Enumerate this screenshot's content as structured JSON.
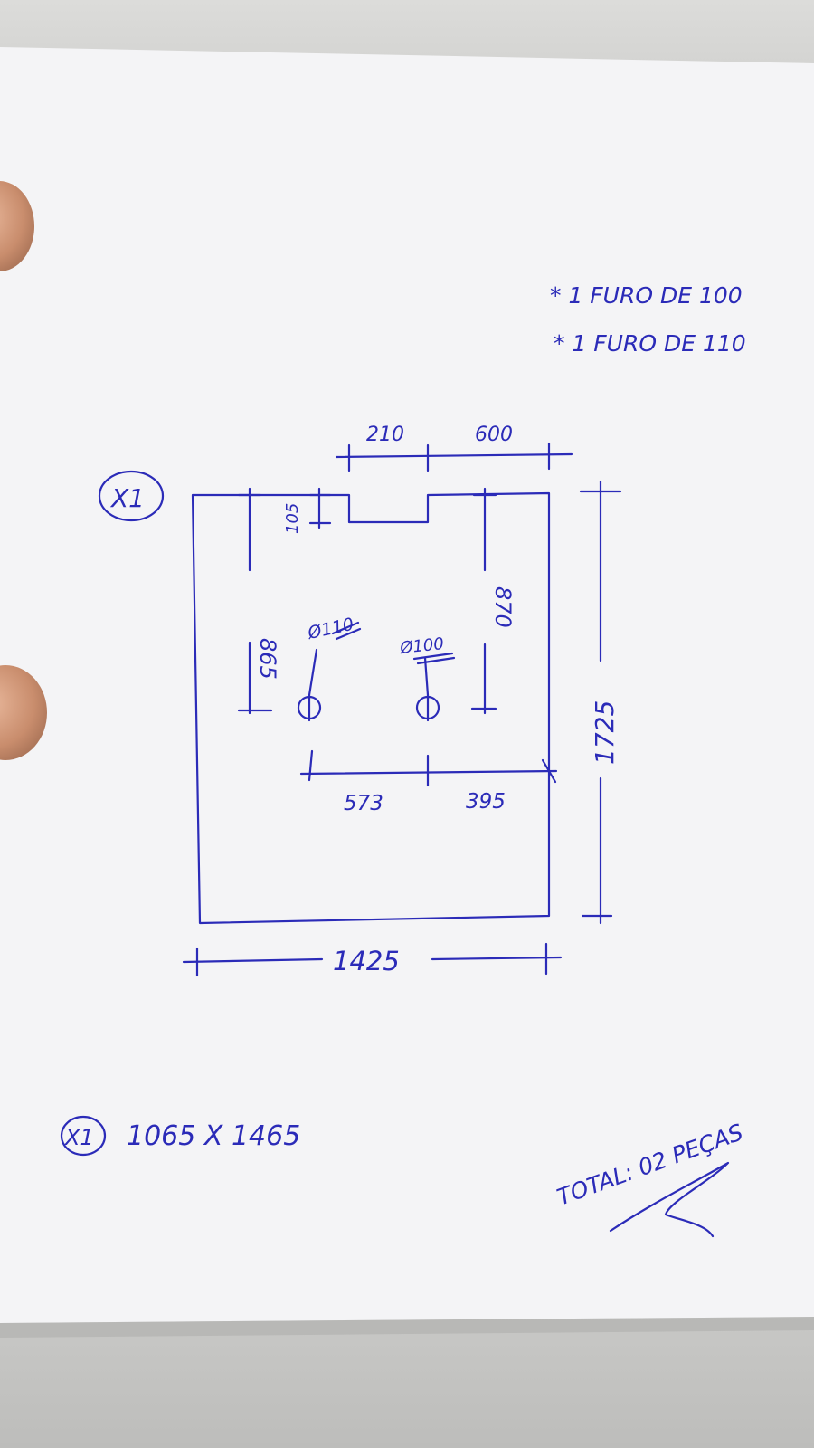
{
  "notes": {
    "line1": "* 1 FURO DE 100",
    "line2": "* 1 FURO DE 110"
  },
  "quantity_mark": "X1",
  "dimensions": {
    "top_left_notch_offset": "210",
    "top_right_segment": "600",
    "notch_depth": "105",
    "left_hole_vertical": "865",
    "right_hole_vertical": "870",
    "hole_left_diameter": "Ø110",
    "hole_right_diameter": "Ø100",
    "hole_left_horizontal": "573",
    "hole_right_horizontal": "395",
    "total_height": "1725",
    "total_width": "1425"
  },
  "summary": {
    "quantity": "X1",
    "size": "1065 X 1465"
  },
  "total": "TOTAL: 02 PEÇAS",
  "colors": {
    "ink": "#2b2bb8",
    "paper": "#f4f4f6",
    "wall": "#d9d9d7"
  }
}
